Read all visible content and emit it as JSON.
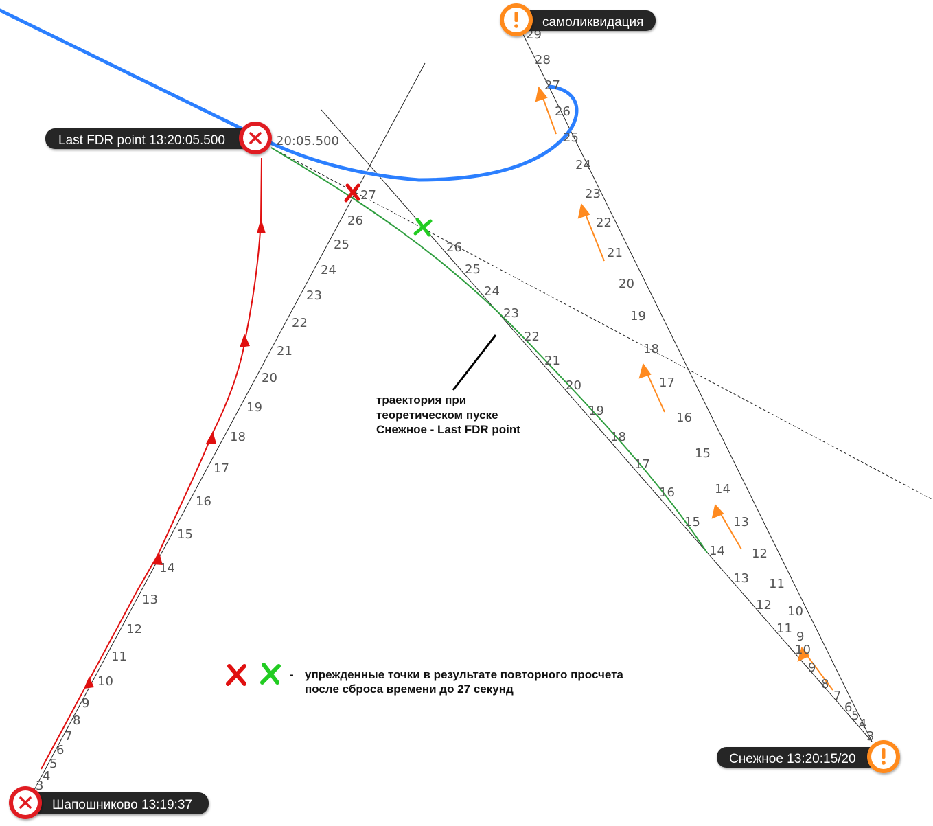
{
  "labels": {
    "last_fdr": "Last FDR point 13:20:05.500",
    "last_fdr_time": "20:05.500",
    "shaposhnikovo": "Шапошниково 13:19:37",
    "snezhnoe": "Снежное 13:20:15/20",
    "self_destruct": "самоликвидация"
  },
  "annotations": {
    "trajectory": [
      "траектория при",
      "теоретическом пуске",
      "Снежное - Last FDR point"
    ],
    "legend_dash": "-",
    "legend": [
      "упрежденные точки в результате повторного просчета",
      "после сброса времени до 27 секунд"
    ]
  },
  "icons": {
    "red_marker": "close-icon",
    "orange_marker": "exclamation-icon",
    "red_cross": "x-mark",
    "green_cross": "x-mark"
  },
  "colors": {
    "aircraft_track": "#2b7fff",
    "missile_track_red": "#e01010",
    "missile_arrow_orange": "#ff8a1f",
    "theoretical_track": "#2f9e3f",
    "marker_red": "#e01c24",
    "marker_orange": "#ff8a1f",
    "label_bg": "#262626"
  },
  "ticks": {
    "line_A": [
      "3",
      "4",
      "5",
      "6",
      "7",
      "8",
      "9",
      "10",
      "11",
      "12",
      "13",
      "14",
      "15",
      "16",
      "17",
      "18",
      "19",
      "20",
      "21",
      "22",
      "23",
      "24",
      "25",
      "26",
      "27"
    ],
    "line_B": [
      "13",
      "12",
      "11",
      "10",
      "9",
      "8",
      "7",
      "6",
      "5",
      "4",
      "3"
    ],
    "line_B_upper": [
      "14",
      "15",
      "16",
      "17",
      "18",
      "19",
      "20",
      "21",
      "22",
      "23",
      "24",
      "25",
      "26"
    ],
    "line_C": [
      "9",
      "10",
      "11",
      "12",
      "13",
      "14",
      "15",
      "16",
      "17",
      "18",
      "19",
      "20",
      "21",
      "22",
      "23",
      "24",
      "25",
      "26",
      "27",
      "28",
      "29"
    ],
    "line_D": [
      "13",
      "12",
      "11",
      "10",
      "9",
      "8",
      "7",
      "6",
      "5",
      "4",
      "3"
    ]
  }
}
